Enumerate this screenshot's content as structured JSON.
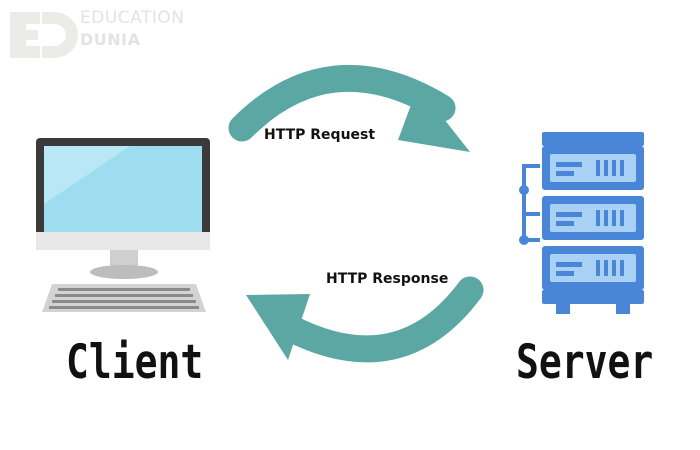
{
  "watermark": {
    "line1": "EDUCATION",
    "line2": "DUNIA"
  },
  "arrows": {
    "request_label": "HTTP Request",
    "response_label": "HTTP Response"
  },
  "nodes": {
    "client_label": "Client",
    "server_label": "Server"
  },
  "colors": {
    "arrow": "#5aa7a4",
    "server_blue": "#4a86d8",
    "server_light": "#a9d0f5",
    "screen": "#9edcf0",
    "monitor_frame": "#3a3a3a"
  }
}
